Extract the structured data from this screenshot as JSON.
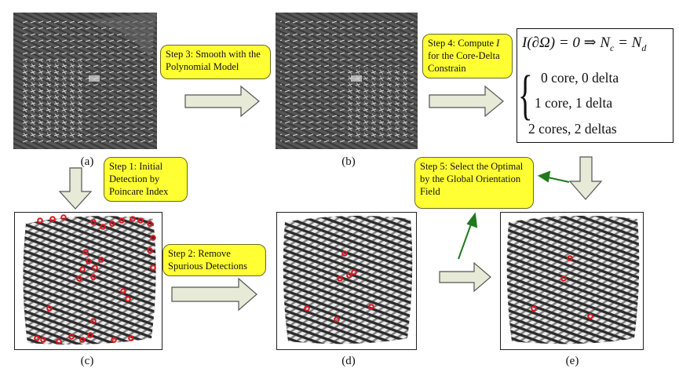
{
  "captions": {
    "a": "(a)",
    "b": "(b)",
    "c": "(c)",
    "d": "(d)",
    "e": "(e)"
  },
  "steps": {
    "step1": "Step 1: Initial Detection by Poincare Index",
    "step2": "Step 2: Remove Spurious Detections",
    "step3": "Step 3: Smooth with the Polynomial Model",
    "step4_prefix": "Step 4: Compute",
    "step4_var": "I",
    "step4_suffix": "for the Core-Delta Constrain",
    "step5": "Step 5: Select the Optimal by  the Global Orientation Field"
  },
  "equation": {
    "head": "I(∂Ω) = 0 ⇒ N",
    "sub_c": "c",
    "equals": " = N",
    "sub_d": "d",
    "options": [
      "0 core, 0 delta",
      "1 core, 1 delta",
      "2 cores, 2 deltas"
    ]
  },
  "colors": {
    "callout_fill": "#ffff33",
    "block_arrow_fill": "#e6ead6",
    "green_arrow": "#1e7a1e",
    "detection_marker": "#e0141e"
  },
  "icons": [
    "block-arrow-right-icon",
    "block-arrow-down-icon",
    "green-arrow-icon"
  ]
}
